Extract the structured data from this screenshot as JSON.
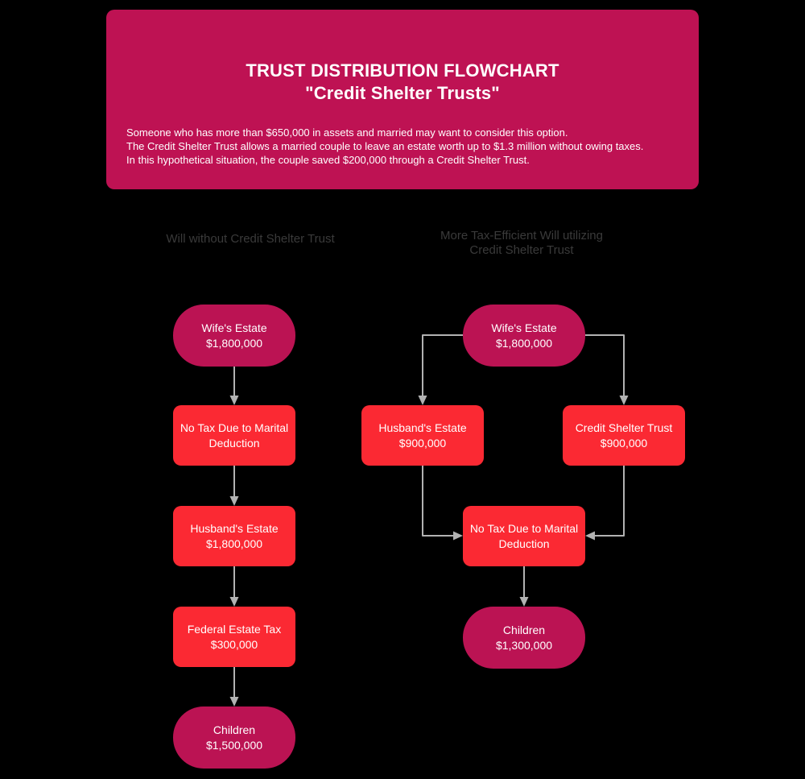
{
  "header": {
    "title_line1": "TRUST DISTRIBUTION FLOWCHART",
    "title_line2": "\"Credit Shelter Trusts\"",
    "description_lines": [
      "Someone who has more than $650,000 in assets and married may want to consider this option.",
      "The Credit Shelter Trust allows a married couple to leave an estate worth up to $1.3 million without owing taxes.",
      "In this hypothetical situation, the couple saved $200,000 through a Credit Shelter Trust."
    ]
  },
  "columns": {
    "left": {
      "heading": "Will without Credit Shelter Trust",
      "nodes": [
        {
          "label": "Wife's Estate",
          "value": "$1,800,000",
          "shape": "pill"
        },
        {
          "label": "No Tax Due to Marital Deduction",
          "value": "",
          "shape": "box"
        },
        {
          "label": "Husband's Estate",
          "value": "$1,800,000",
          "shape": "box"
        },
        {
          "label": "Federal Estate Tax",
          "value": "$300,000",
          "shape": "box"
        },
        {
          "label": "Children",
          "value": "$1,500,000",
          "shape": "pill"
        }
      ]
    },
    "right": {
      "heading_line1": "More Tax-Efficient Will utilizing",
      "heading_line2": "Credit Shelter Trust",
      "nodes": [
        {
          "label": "Wife's Estate",
          "value": "$1,800,000",
          "shape": "pill"
        },
        {
          "label": "Husband's Estate",
          "value": "$900,000",
          "shape": "box"
        },
        {
          "label": "Credit Shelter Trust",
          "value": "$900,000",
          "shape": "box"
        },
        {
          "label": "No Tax Due to Marital Deduction",
          "value": "",
          "shape": "box"
        },
        {
          "label": "Children",
          "value": "$1,300,000",
          "shape": "pill"
        }
      ]
    }
  },
  "icons": {
    "arrow_down": "arrow-down-icon",
    "arrow_left": "arrow-left-icon",
    "arrow_right": "arrow-right-icon"
  },
  "colors": {
    "canvas_bg": "#000000",
    "header_bg": "#be1253",
    "pill_bg": "#bb1353",
    "box_bg": "#fb2933",
    "arrow": "#b2b2b2",
    "heading_text": "#3a3a3a",
    "node_text": "#ffffff"
  }
}
